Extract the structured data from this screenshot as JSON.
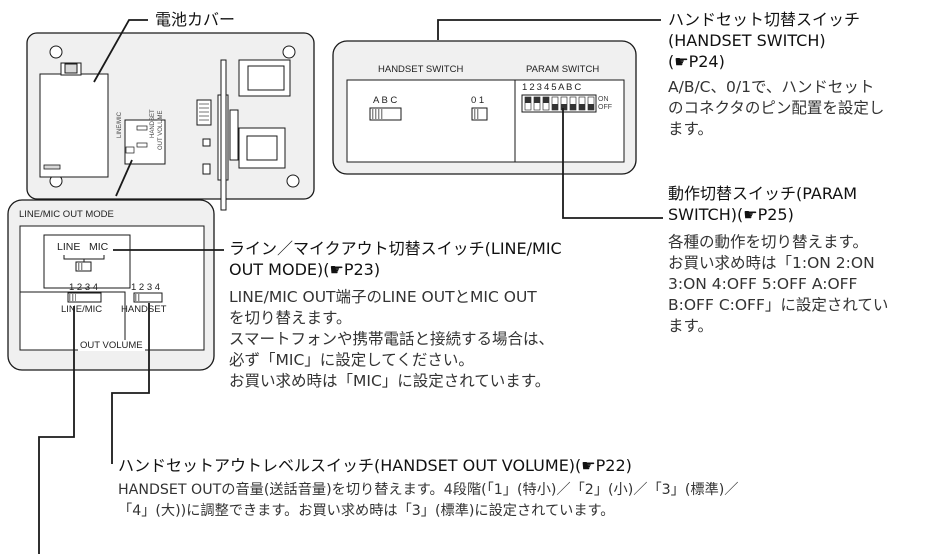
{
  "colors": {
    "line": "#1a1a1a",
    "panel_fill": "#f0f0f0",
    "text_main": "#111111",
    "text_desc": "#333333",
    "hatch": "#8a8a8a"
  },
  "labels": {
    "battery_cover": "電池カバー",
    "handset_switch": {
      "title_1": "ハンドセット切替スイッチ",
      "title_2": "(HANDSET SWITCH)",
      "title_3": "(☛P24)",
      "desc_1": "A/B/C、0/1で、ハンドセット",
      "desc_2": "のコネクタのピン配置を設定し",
      "desc_3": "ます。"
    },
    "param_switch": {
      "title_1": "動作切替スイッチ(PARAM",
      "title_2": "SWITCH)(☛P25)",
      "desc_1": "各種の動作を切り替えます。",
      "desc_2": "お買い求め時は「1:ON 2:ON",
      "desc_3": "3:ON 4:OFF 5:OFF A:OFF",
      "desc_4": "B:OFF C:OFF」に設定されてい",
      "desc_5": "ます。"
    },
    "line_mic_mode": {
      "title_1": "ライン／マイクアウト切替スイッチ(LINE/MIC",
      "title_2": "OUT MODE)(☛P23)",
      "desc_1": "LINE/MIC OUT端子のLINE OUTとMIC OUT",
      "desc_2": "を切り替えます。",
      "desc_3": "スマートフォンや携帯電話と接続する場合は、",
      "desc_4": "必ず「MIC」に設定してください。",
      "desc_5": "お買い求め時は「MIC」に設定されています。"
    },
    "handset_out_volume": {
      "title": "ハンドセットアウトレベルスイッチ(HANDSET OUT VOLUME)(☛P22)",
      "desc_1": "HANDSET OUTの音量(送話音量)を切り替えます。4段階(「1」(特小)／「2」(小)／「3」(標準)／",
      "desc_2": "「4」(大))に調整できます。お買い求め時は「3」(標準)に設定されています。"
    }
  },
  "detail_right": {
    "handset_switch": "HANDSET SWITCH",
    "param_switch": "PARAM SWITCH",
    "abc": "A B C",
    "zero_one": "0 1",
    "param_numbers": "1 2 3 4 5 A B C",
    "on": "ON",
    "off": "OFF"
  },
  "detail_left": {
    "mode_title": "LINE/MIC OUT MODE",
    "line": "LINE",
    "mic": "MIC",
    "nums_a": "1 2 3 4",
    "nums_b": "1 2 3 4",
    "line_mic": "LINE/MIC",
    "handset": "HANDSET",
    "out_volume": "OUT VOLUME"
  },
  "board_tiny": {
    "t1": "LINE/MIC",
    "t2": "HANDSET",
    "t3": "OUT VOLUME"
  }
}
